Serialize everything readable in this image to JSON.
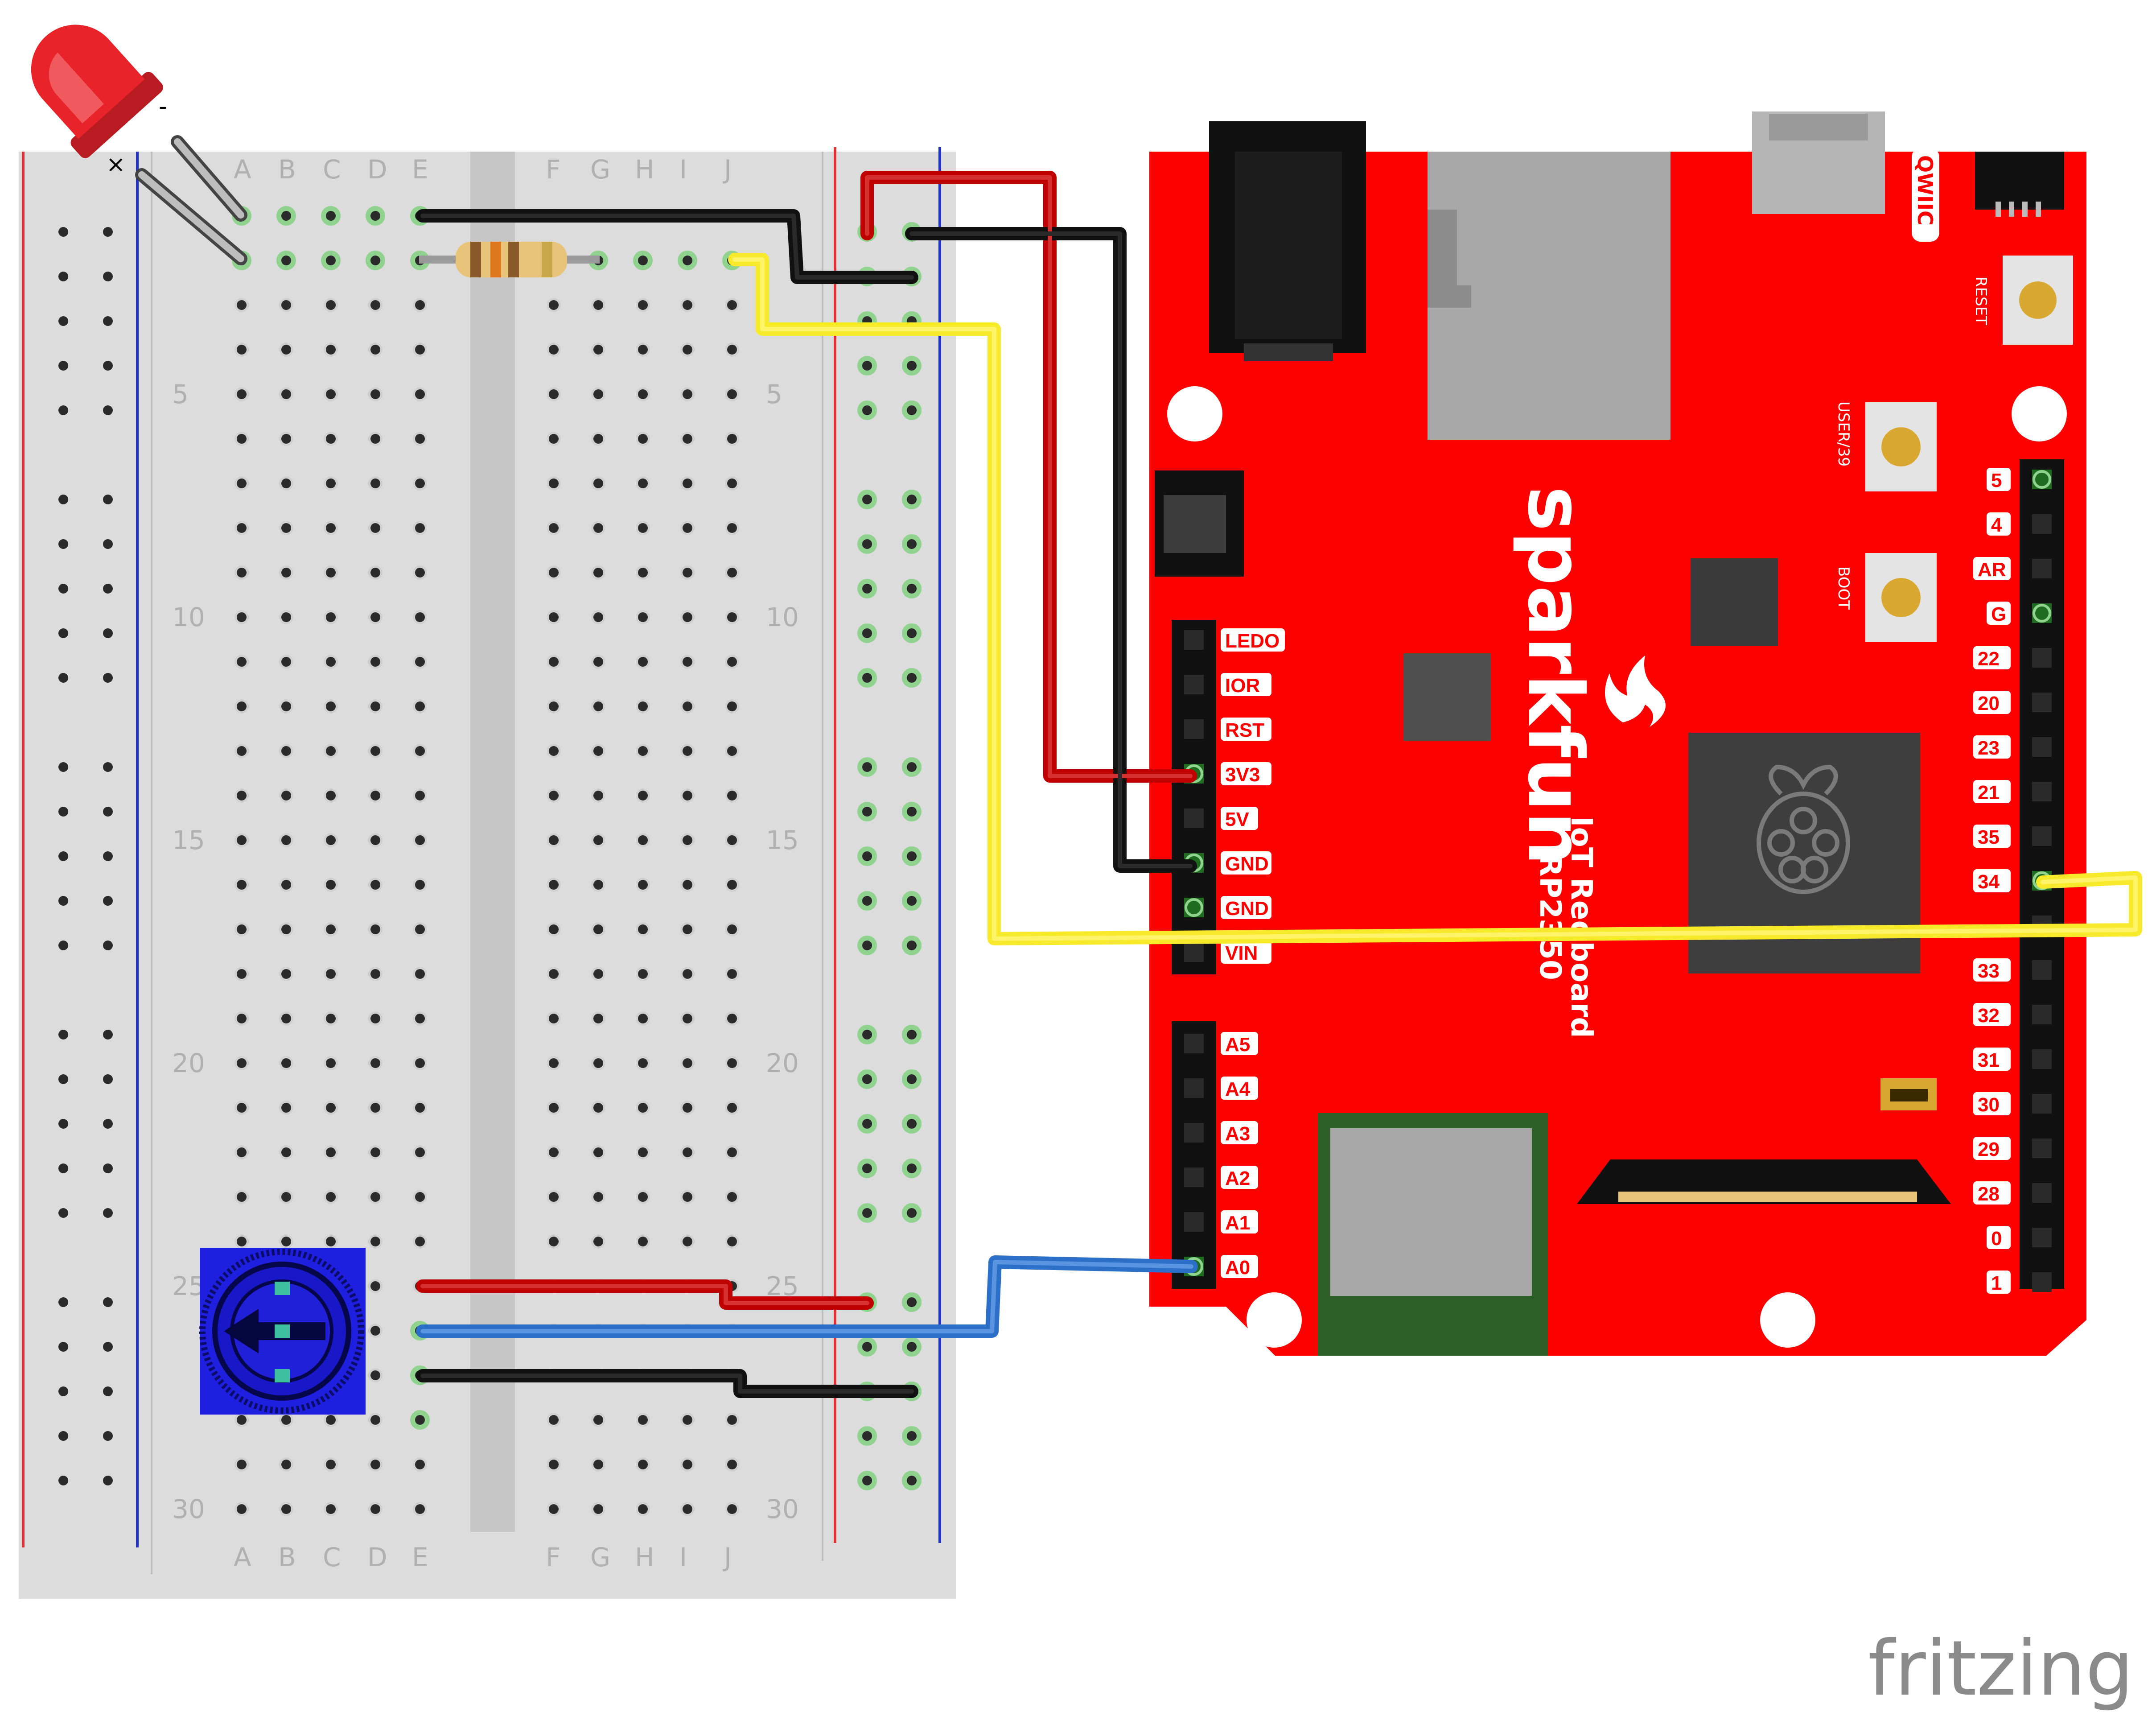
{
  "breadboard": {
    "column_letters_left": [
      "A",
      "B",
      "C",
      "D",
      "E"
    ],
    "column_letters_right": [
      "F",
      "G",
      "H",
      "I",
      "J"
    ],
    "row_numbers": [
      "5",
      "10",
      "15",
      "20",
      "25",
      "30"
    ],
    "row_number_values": [
      5,
      10,
      15,
      20,
      25,
      30
    ],
    "row_count": 30
  },
  "led": {
    "minus_mark": "-",
    "cross_mark": "×",
    "color": "#e8232a"
  },
  "board": {
    "brand": "sparkfun",
    "model_line1": "IoT Redboard",
    "model_line2": "RP2350",
    "qwiic": "QWIIC",
    "reset_label": "RESET",
    "user_label": "USER/39",
    "boot_label": "BOOT",
    "left_header_top": [
      "LEDO",
      "IOR",
      "RST",
      "3V3",
      "5V",
      "GND",
      "GND",
      "VIN"
    ],
    "left_header_bottom": [
      "A5",
      "A4",
      "A3",
      "A2",
      "A1",
      "A0"
    ],
    "right_header": [
      "5",
      "4",
      "AR",
      "G",
      "22",
      "20",
      "23",
      "21",
      "35",
      "34",
      "",
      "33",
      "32",
      "31",
      "30",
      "29",
      "28",
      "0",
      "1"
    ],
    "color": "#fd0000"
  },
  "wires": {
    "red": "#c00000",
    "black": "#111111",
    "yellow": "#f7ea2a",
    "blue": "#2c6fc8"
  },
  "watermark": "fritzing"
}
